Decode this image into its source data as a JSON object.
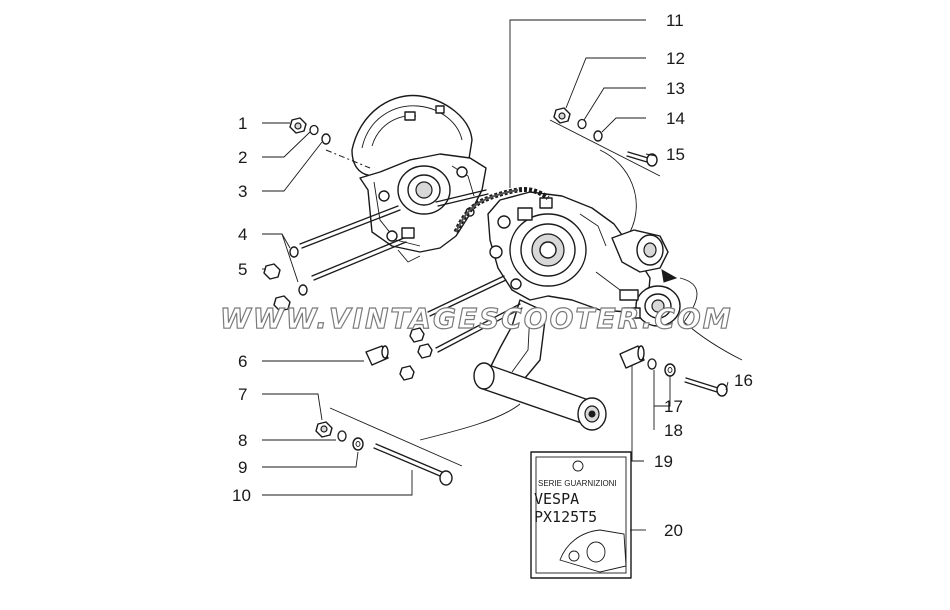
{
  "callouts": [
    "1",
    "2",
    "3",
    "4",
    "5",
    "6",
    "7",
    "8",
    "9",
    "10",
    "11",
    "12",
    "13",
    "14",
    "15",
    "16",
    "17",
    "18",
    "19",
    "20"
  ],
  "watermark": "WWW.VINTAGESCOOTER.COM",
  "kit": {
    "series_label": "SERIE GUARNIZIONI",
    "model_line1": "VESPA",
    "model_line2": "PX125T5"
  }
}
